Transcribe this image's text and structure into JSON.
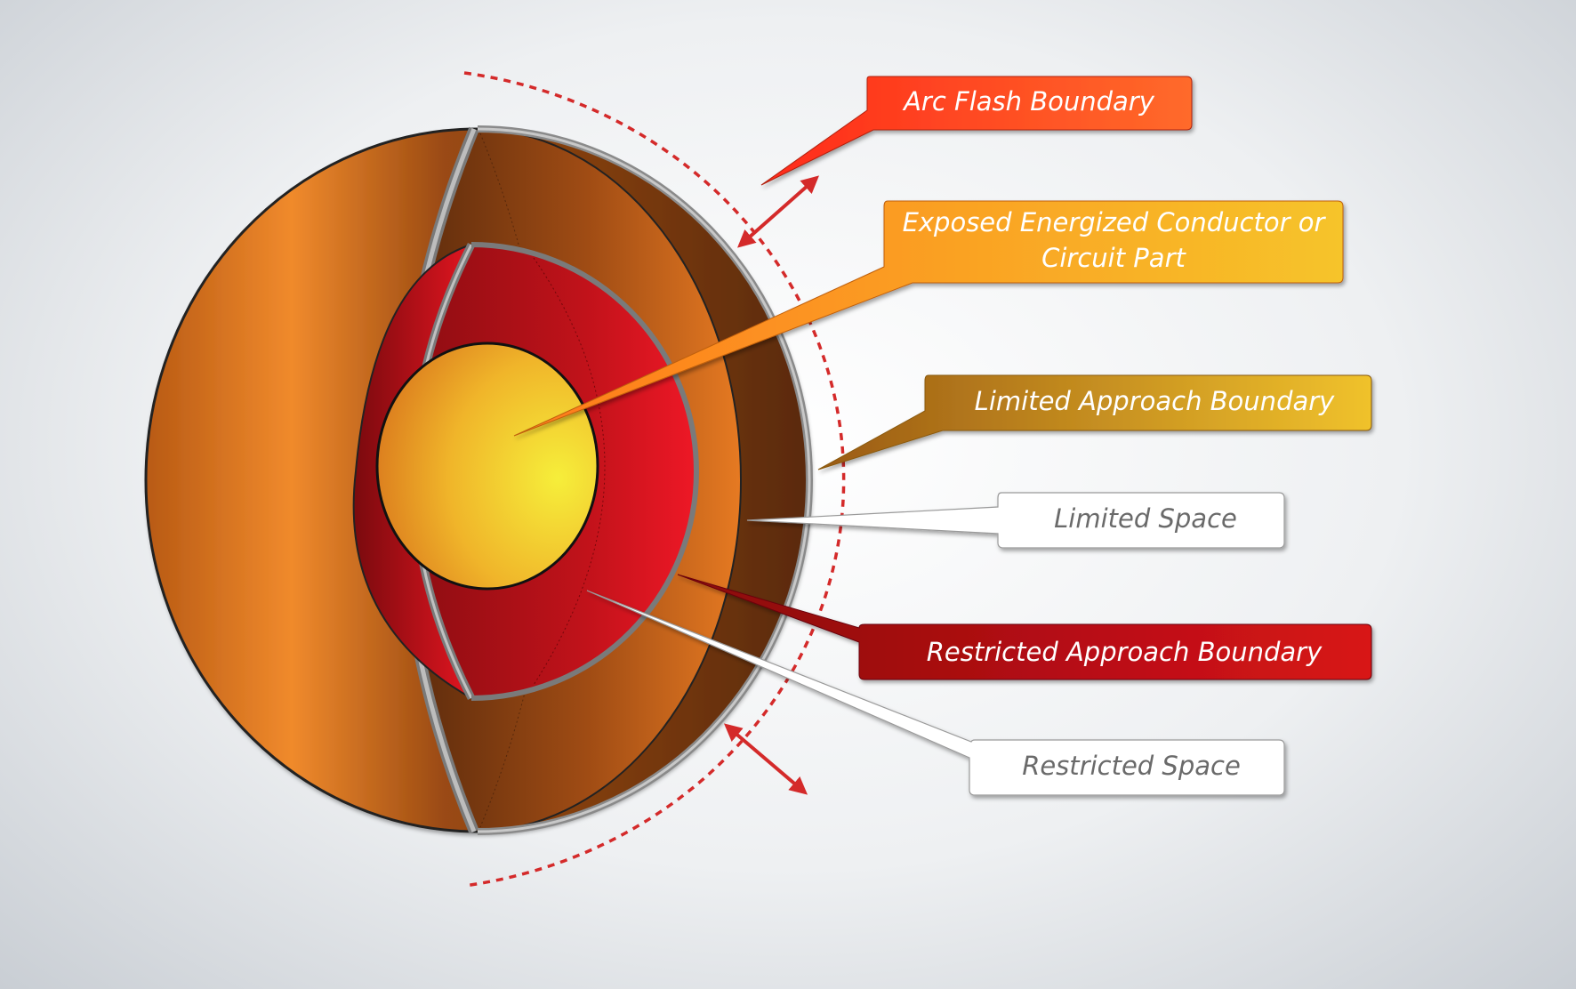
{
  "labels": {
    "arc_flash_boundary": "Arc Flash Boundary",
    "exposed_conductor_line1": "Exposed Energized Conductor or",
    "exposed_conductor_line2": "Circuit Part",
    "limited_approach_boundary": "Limited Approach Boundary",
    "limited_space": "Limited Space",
    "restricted_approach_boundary": "Restricted Approach Boundary",
    "restricted_space": "Restricted Space"
  },
  "colors": {
    "outer_sphere": "#e07a25",
    "restricted_zone": "#d8101c",
    "conductor_core": "#f3e23a",
    "arc_flash_callout": "#ff3a1f",
    "exposed_callout": "#ffa21c",
    "limited_approach_callout": "#d49a2a",
    "restricted_approach_callout": "#b20c10",
    "space_callout": "#ffffff",
    "boundary_dash": "#d42a2a"
  }
}
